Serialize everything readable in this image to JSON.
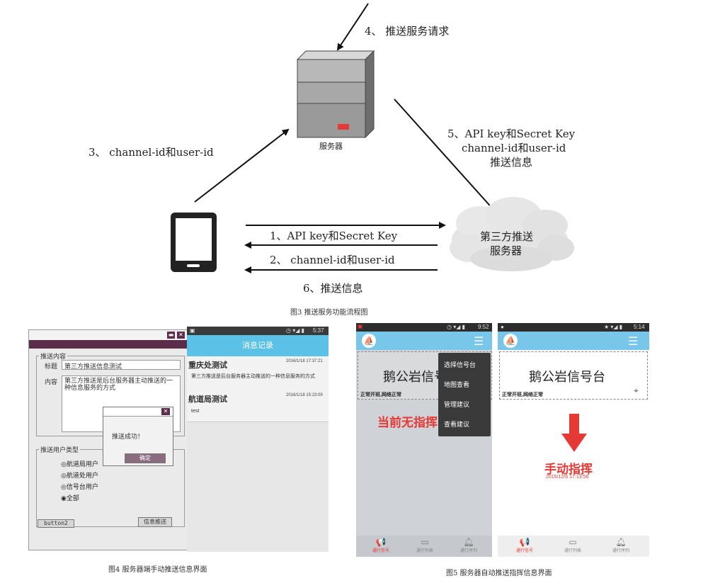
{
  "fig3": {
    "step4": "4、 推送服务请求",
    "step3": "3、 channel-id和user-id",
    "step5_line1": "5、API key和Secret Key",
    "step5_line2": "channel-id和user-id",
    "step5_line3": "推送信息",
    "step1": "1、API key和Secret Key",
    "step2": "2、 channel-id和user-id",
    "step6": "6、推送信息",
    "server_label": "服务器",
    "cloud_line1": "第三方推送",
    "cloud_line2": "服务器",
    "caption": "图3 推送服务功能流程图"
  },
  "fig4": {
    "caption": "图4 服务器端手动推送信息界面",
    "desktop": {
      "group_content": "推送内容",
      "title_label": "标题",
      "title_value": "第三方推送信息测试",
      "content_label": "内容",
      "content_value": "第三方推送是后台服务器主动推送的一种信息服务的方式",
      "dialog_msg": "推送成功！",
      "dialog_ok": "确定",
      "group_user": "推送用户类型",
      "radio1": "航道局用户",
      "radio2": "航道处用户",
      "radio3": "信号台用户",
      "radio4": "全部",
      "btn_left": "button2",
      "btn_right": "信息推送"
    },
    "phone": {
      "status_time": "5:37",
      "header": "消息记录",
      "msg1_title": "重庆处测试",
      "msg1_time": "2016/1/18 17:37:21",
      "msg1_body": "第三方推送是后台服务器主动推送的一种信息服务的方式",
      "msg2_title": "航道局测试",
      "msg2_time": "2016/1/18 15:23:09",
      "msg2_body": "test"
    }
  },
  "fig5": {
    "caption": "图5 服务器自动推送指挥信息界面",
    "phone_left": {
      "status_time": "9:52",
      "station": "鹅公岩信号台",
      "status_text": "正常开班,网络正常",
      "no_command": "当前无指挥",
      "menu": [
        "选择信号台",
        "地图查看",
        "管理建议",
        "查看建议"
      ],
      "tabs": [
        "通行信号",
        "通行列表",
        "通行序列"
      ]
    },
    "phone_right": {
      "status_time": "5:14",
      "station": "鹅公岩信号台",
      "status_text": "正常开班,网络正常",
      "command": "手动指挥",
      "command_time": "2015/12/6 17:13:56",
      "tabs": [
        "通行信号",
        "通行列表",
        "通行序列"
      ]
    },
    "accent": "#e53935"
  }
}
